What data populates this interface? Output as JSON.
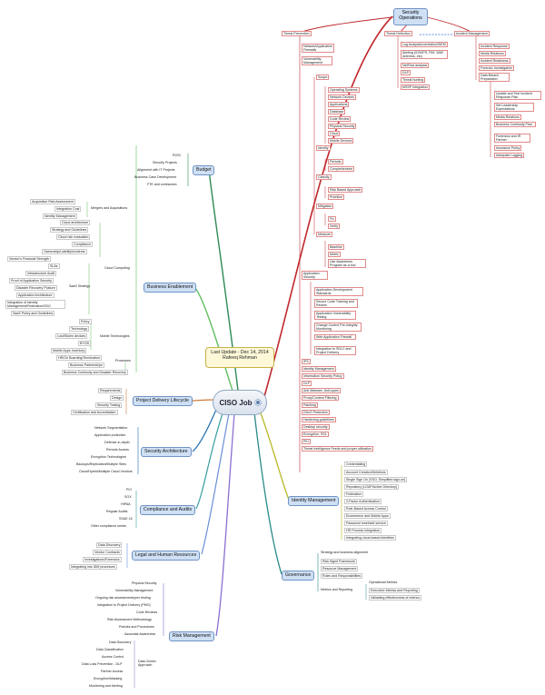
{
  "center": {
    "title": "CISO Job",
    "update": "Last Update - Dec 14, 2014",
    "author": "Rafeeq Rehman"
  },
  "security_operations": {
    "title": "Security Operations",
    "threat_prevention": "Threat Prevention",
    "threat_detection": "Threat Detection",
    "incident_management": "Incident Management",
    "network_application_firewalls": "Network/Application Firewalls",
    "vulnerability_management": "Vulnerability Management",
    "scope": "Scope",
    "scope_items": [
      "Operating Systems",
      "Network Devices",
      "Applications",
      "Database",
      "Code Review",
      "Physical Security",
      "Cloud",
      "Mobile Devices"
    ],
    "identify": "Identify",
    "identify_items": [
      "Periodic",
      "Comprehensive"
    ],
    "classify": "Classify",
    "classify_items": [
      "Risk Based Approach",
      "Prioritize"
    ],
    "mitigation": "Mitigation",
    "mitigation_items": [
      "Fix",
      "Verify"
    ],
    "measure": "Measure",
    "measure_items": [
      "Baseline",
      "Metric",
      "Use Awareness Program as a tool"
    ],
    "application_security": "Application Security",
    "app_sec_items": [
      "Application Development Standards",
      "Secure Code Training and Review",
      "Application Vulnerability Testing",
      "Change Control Pre-integrity Monitoring",
      "Web Application Firewall",
      "Integration to SDLC and Project Delivery"
    ],
    "prevention_items": [
      "IPS",
      "Identity Management",
      "Information Security Policy",
      "DLP",
      "Anti Malware, Anti-spam",
      "Proxy/Content Filtering",
      "Patching",
      "DDoS Protection",
      "Hardening guidelines",
      "Desktop security",
      "Encryption, SSL",
      "PKI",
      "Threat Intelligence Feeds and proper utilization"
    ],
    "detection_items": [
      "Log Analysis/correlation/SIEM",
      "Alerting (IDS/IPS, FIM, WAF, Antivirus, etc)",
      "NetFlow analysis",
      "DLP",
      "Threat hunting",
      "MSSP Integration"
    ],
    "incident_items": [
      "Incident Response",
      "Media Relations",
      "Incident Readiness",
      "Forensic Investigation",
      "Data Breach Preparation"
    ],
    "breach_items": [
      "Update and Test Incident Response Plan",
      "Set Leadership Expectations",
      "Media Relations",
      "Business Continuity Plan",
      "Forensics and IR Partner",
      "Insurance Policy",
      "Adequate Logging"
    ]
  },
  "budget": {
    "title": "Budget",
    "items": [
      "ROSI",
      "Security Projects",
      "Alignment with IT Projects",
      "Business Case Development",
      "FTE and contractors"
    ]
  },
  "business_enablement": {
    "title": "Business Enablement",
    "mergers": "Mergers and Acquisitions",
    "mergers_items": [
      "Acquisition Risk Assessment",
      "Integration Cost",
      "Identity Management"
    ],
    "cloud": "Cloud Computing",
    "cloud_items": [
      "Cloud architecture",
      "Strategy and Guidelines",
      "Cloud risk evaluation",
      "Compliance",
      "Ownership/Liability/Incidents",
      "Vendor's Financial Strength"
    ],
    "saas": "SaaS Strategy",
    "saas_items": [
      "SLAs",
      "Infrastructure Audit",
      "Proof of Application Security",
      "Disaster Recovery Posture",
      "Application Architecture",
      "Integration of Identity Management/Federation/SSO",
      "SaaS Policy and Guidelines"
    ],
    "mobile": "Mobile Technologies",
    "mobile_items": [
      "Policy",
      "Technology",
      "Lost/Stolen devices",
      "BYOD",
      "Mobile Apps Inventory"
    ],
    "processes": "Processes",
    "process_items": [
      "HR/On Boarding/Termination",
      "Business Partnerships",
      "Business Continuity and Disaster Recovery"
    ]
  },
  "project_delivery": {
    "title": "Project Delivery Lifecycle",
    "items": [
      "Requirements",
      "Design",
      "Security Testing",
      "Certification and Accreditation"
    ]
  },
  "security_architecture": {
    "title": "Security Architecture",
    "items": [
      "Network Segmentation",
      "Application protection",
      "Defense-in-depth",
      "Remote Access",
      "Encryption Technologies",
      "Backups/Replication/Multiple Sites",
      "Cloud/Hybrid/Multiple Cloud Vendors"
    ]
  },
  "compliance": {
    "title": "Compliance and Audits",
    "items": [
      "PCI",
      "SOX",
      "HIPAA",
      "Regular Audits",
      "SSAE 16",
      "Other compliance needs"
    ]
  },
  "legal": {
    "title": "Legal and Human Resources",
    "items": [
      "Data Discovery",
      "Vendor Contracts",
      "Investigations/Forensics",
      "Integrating into IDM processes"
    ]
  },
  "risk": {
    "title": "Risk Management",
    "items": [
      "Physical Security",
      "Vulnerability Management",
      "Ongoing risk assessments/pen testing",
      "Integration to Project Delivery (PMO)",
      "Code Reviews",
      "Risk Assessment Methodology",
      "Policies and Procedures",
      "Associate Awareness"
    ],
    "dca": "Data Centric Approach",
    "dca_items": [
      "Data Discovery",
      "Data Classification",
      "Access Control",
      "Data Loss Prevention - DLP",
      "Partner Access",
      "Encryption/Masking",
      "Monitoring and Alerting"
    ]
  },
  "identity": {
    "title": "Identity Management",
    "items": [
      "Credentialing",
      "Account Creation/Deletions",
      "Single Sign On (SSO, Simplified sign-on)",
      "Repository (LDAP/Active Directory)",
      "Federation",
      "2-Factor Authentication",
      "Role-Based Access Control",
      "Ecommerce and Mobile Apps",
      "Password reset/self-service",
      "HR Process Integration",
      "Integrating cloud-based identities"
    ]
  },
  "governance": {
    "title": "Governance",
    "items": [
      "Strategy and business alignment",
      "Risk Mgmt Framework",
      "Resource Management",
      "Roles and Responsibilities",
      "Metrics and Reporting"
    ],
    "metrics_items": [
      "Operational Metrics",
      "Executive Metrics and Reporting",
      "Validating effectiveness of metrics"
    ]
  }
}
